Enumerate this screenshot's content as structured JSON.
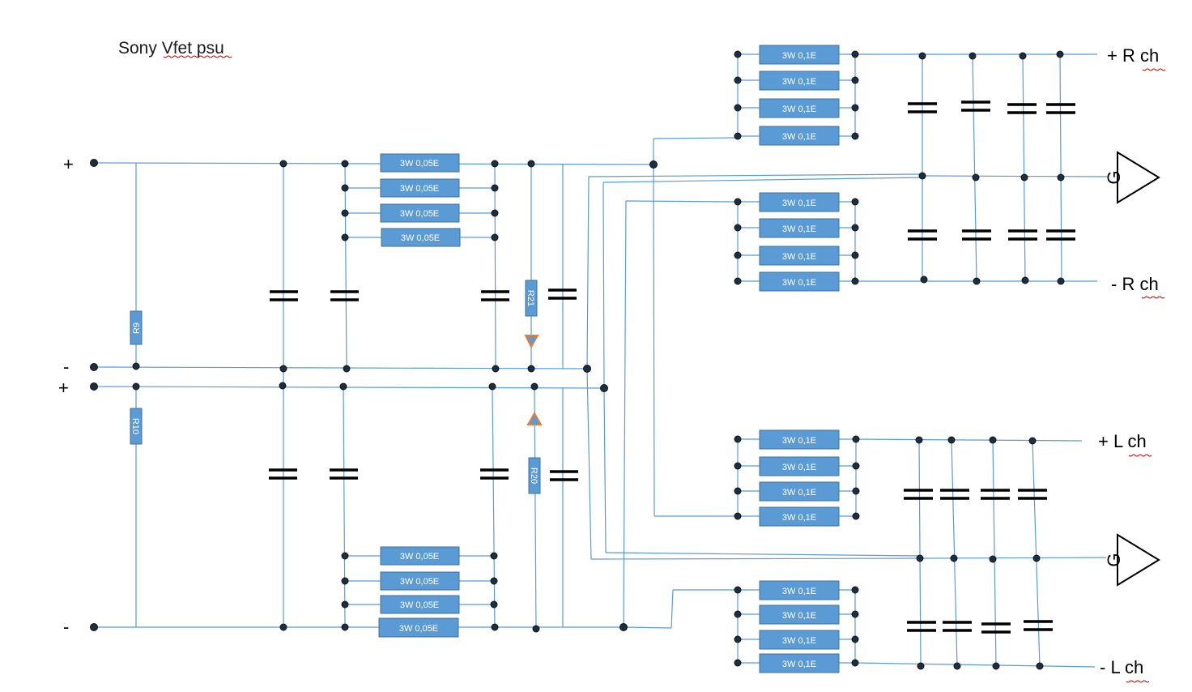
{
  "title": "Sony Vfet psu",
  "terminals": {
    "plus_top": "+",
    "minus_mid": "-",
    "plus_mid": "+",
    "minus_bottom": "-"
  },
  "outputs": {
    "r_plus": "+ R ch",
    "r_minus": "- R ch",
    "l_plus": "+ L ch",
    "l_minus": "- L ch"
  },
  "ground_label": "G",
  "resistors": {
    "bank_005": "3W 0,05E",
    "bank_01": "3W 0,1E",
    "r9": "R9",
    "r10": "R10",
    "r20": "R20",
    "r21": "R21"
  },
  "colors": {
    "wire": "#5b9bd5",
    "resistor_fill": "#5b9bd5",
    "capacitor": "#000000",
    "node": "#1f2d3d",
    "diode_outline": "#ed7d31"
  }
}
